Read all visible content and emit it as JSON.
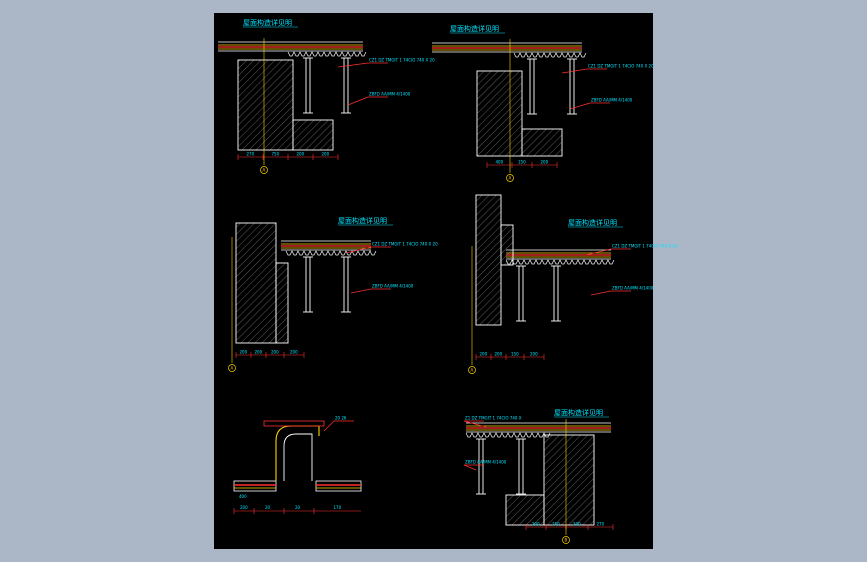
{
  "colors": {
    "background": "#abb6c7",
    "sheet": "#000000",
    "concrete": "#ffffff",
    "steel_beam": "#ffffff",
    "deck": "#ffffff",
    "waterproof": "#ff3030",
    "insulation": "#ffd400",
    "callout": "#ff3030",
    "annotation": "#00e5ff",
    "dimension": "#ff3030",
    "grid_axis": "#ffd400"
  },
  "details": [
    {
      "id": "detail-1",
      "title": "屋面构造详见明",
      "label_a": "CZ1 DZ TMGIT 1 74CIO 740 X 20",
      "label_b": "ZBFD AA/MM 4/1400",
      "dims": [
        "270",
        "750",
        "200",
        "200"
      ],
      "axis": "A"
    },
    {
      "id": "detail-2",
      "title": "屋面构造详见明",
      "label_a": "CZ1 DZ TMGIT 1 74CIO 740 X 20",
      "label_b": "ZBFD AA/MM 4/1400",
      "dims": [
        "400",
        "150",
        "200"
      ],
      "axis": "A"
    },
    {
      "id": "detail-3",
      "title": "屋面构造详见明",
      "label_a": "CZ1 DZ TMGIT 1 74CIO 740 X 20",
      "label_b": "ZBFD AA/MM 4/1400",
      "dims": [
        "200",
        "200",
        "200",
        "200"
      ],
      "axis": "A"
    },
    {
      "id": "detail-4",
      "title": "屋面构造详见明",
      "label_a": "CZ1 DZ TMGIT 1 74CIO 740 X 20",
      "label_b": "ZBFD AA/MM 4/1400",
      "dims": [
        "200",
        "200",
        "150",
        "200"
      ],
      "axis": "A"
    },
    {
      "id": "detail-5",
      "title": "",
      "label_a": "20 26",
      "label_b": "400",
      "dims": [
        "200",
        "20",
        "20",
        "170"
      ],
      "axis": ""
    },
    {
      "id": "detail-6",
      "title": "屋面构造详见明",
      "label_a": "Z1 DZ TMGIT 1 74CIO 740 X",
      "label_b": "ZBFD AA/MM 4/1400",
      "dims": [
        "200",
        "150",
        "200",
        "270"
      ],
      "axis": "B"
    }
  ]
}
